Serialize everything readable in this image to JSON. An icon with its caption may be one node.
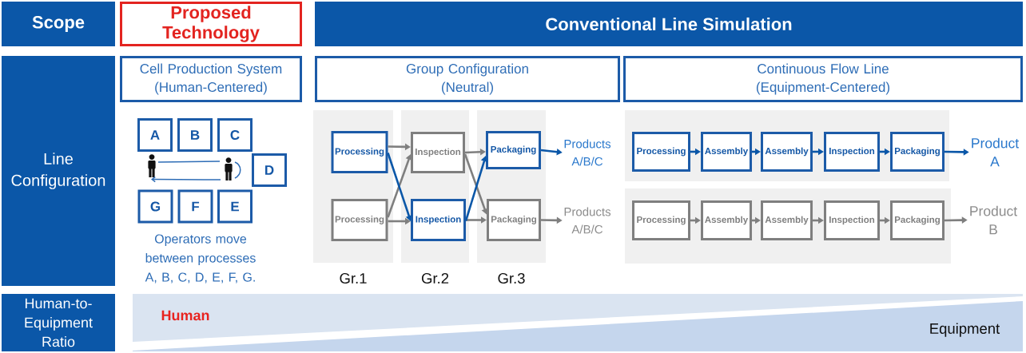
{
  "diagram": {
    "nodes": [
      {
        "text": [
          "Scope"
        ]
      },
      {
        "text": [
          "Proposed Technology"
        ]
      },
      {
        "text": [
          "Conventional Line Simulation"
        ]
      },
      {
        "text": [
          "Line Configuration"
        ]
      },
      {
        "text": [
          "Cell Production System (Human-Centered)"
        ]
      },
      {
        "text": [
          "Group Configuration (Neutral)"
        ]
      },
      {
        "text": [
          "Continuous Flow Line (Equipment-Centered)"
        ]
      },
      {
        "text": [
          "A"
        ]
      },
      {
        "text": [
          "B"
        ]
      },
      {
        "text": [
          "C"
        ]
      },
      {
        "text": [
          "D"
        ]
      },
      {
        "text": [
          "G"
        ]
      },
      {
        "text": [
          "F"
        ]
      },
      {
        "text": [
          "E"
        ]
      },
      {
        "text": [
          "Gr.1"
        ]
      },
      {
        "text": [
          "Processing"
        ],
        "in": 14
      },
      {
        "text": [
          "Processing"
        ],
        "in": 14
      },
      {
        "text": [
          "Gr.2"
        ]
      },
      {
        "text": [
          "Inspection"
        ],
        "in": 17
      },
      {
        "text": [
          "Inspection"
        ],
        "in": 17
      },
      {
        "text": [
          "Gr.3"
        ]
      },
      {
        "text": [
          "Packaging"
        ],
        "in": 20
      },
      {
        "text": [
          "Packaging"
        ],
        "in": 20
      },
      {
        "text": [
          "Products A/B/C"
        ]
      },
      {
        "text": [
          "Products A/B/C"
        ]
      },
      {
        "text": [],
        "shape": "box"
      },
      {
        "text": [
          "Processing"
        ],
        "in": 25
      },
      {
        "text": [
          "Assembly"
        ],
        "in": 25
      },
      {
        "text": [
          "Assembly"
        ],
        "in": 25
      },
      {
        "text": [
          "Inspection"
        ],
        "in": 25
      },
      {
        "text": [
          "Packaging"
        ],
        "in": 25
      },
      {
        "text": [
          "Product A"
        ]
      },
      {
        "text": [],
        "shape": "box"
      },
      {
        "text": [
          "Processing"
        ],
        "in": 32
      },
      {
        "text": [
          "Assembly"
        ],
        "in": 32
      },
      {
        "text": [
          "Assembly"
        ],
        "in": 32
      },
      {
        "text": [
          "Inspection"
        ],
        "in": 32
      },
      {
        "text": [
          "Packaging"
        ],
        "in": 32
      },
      {
        "text": [
          "Product B"
        ]
      },
      {
        "text": [
          "Human-to- Equipment Ratio"
        ]
      },
      {
        "text": [
          "Human"
        ]
      },
      {
        "text": [
          "Equipment"
        ]
      }
    ],
    "edges": [
      {
        "from": 15,
        "to": 18,
        "arrow": "to"
      },
      {
        "from": 15,
        "to": 19,
        "arrow": "to",
        "color": "#0b57a8"
      },
      {
        "from": 16,
        "to": 18,
        "arrow": "to"
      },
      {
        "from": 16,
        "to": 19,
        "arrow": "to"
      },
      {
        "from": 18,
        "to": 21,
        "arrow": "to"
      },
      {
        "from": 18,
        "to": 22,
        "arrow": "to"
      },
      {
        "from": 19,
        "to": 21,
        "arrow": "to",
        "color": "#0b57a8"
      },
      {
        "from": 19,
        "to": 22,
        "arrow": "to"
      },
      {
        "from": 21,
        "to": 23,
        "arrow": "to",
        "color": "#0b57a8"
      },
      {
        "from": 22,
        "to": 24,
        "arrow": "to"
      },
      {
        "from": 26,
        "to": 27,
        "arrow": "to",
        "color": "#0b57a8"
      },
      {
        "from": 27,
        "to": 28,
        "arrow": "to",
        "color": "#0b57a8"
      },
      {
        "from": 28,
        "to": 29,
        "arrow": "to",
        "color": "#0b57a8"
      },
      {
        "from": 29,
        "to": 30,
        "arrow": "to",
        "color": "#0b57a8"
      },
      {
        "from": 30,
        "to": 31,
        "arrow": "to",
        "color": "#0b57a8"
      },
      {
        "from": 33,
        "to": 34,
        "arrow": "to"
      },
      {
        "from": 34,
        "to": 35,
        "arrow": "to"
      },
      {
        "from": 35,
        "to": 36,
        "arrow": "to"
      },
      {
        "from": 36,
        "to": 37,
        "arrow": "to"
      },
      {
        "from": 37,
        "to": 38,
        "arrow": "to"
      }
    ],
    "labels": [
      "Operators move between processes A, B, C, D, E, F, G."
    ]
  }
}
